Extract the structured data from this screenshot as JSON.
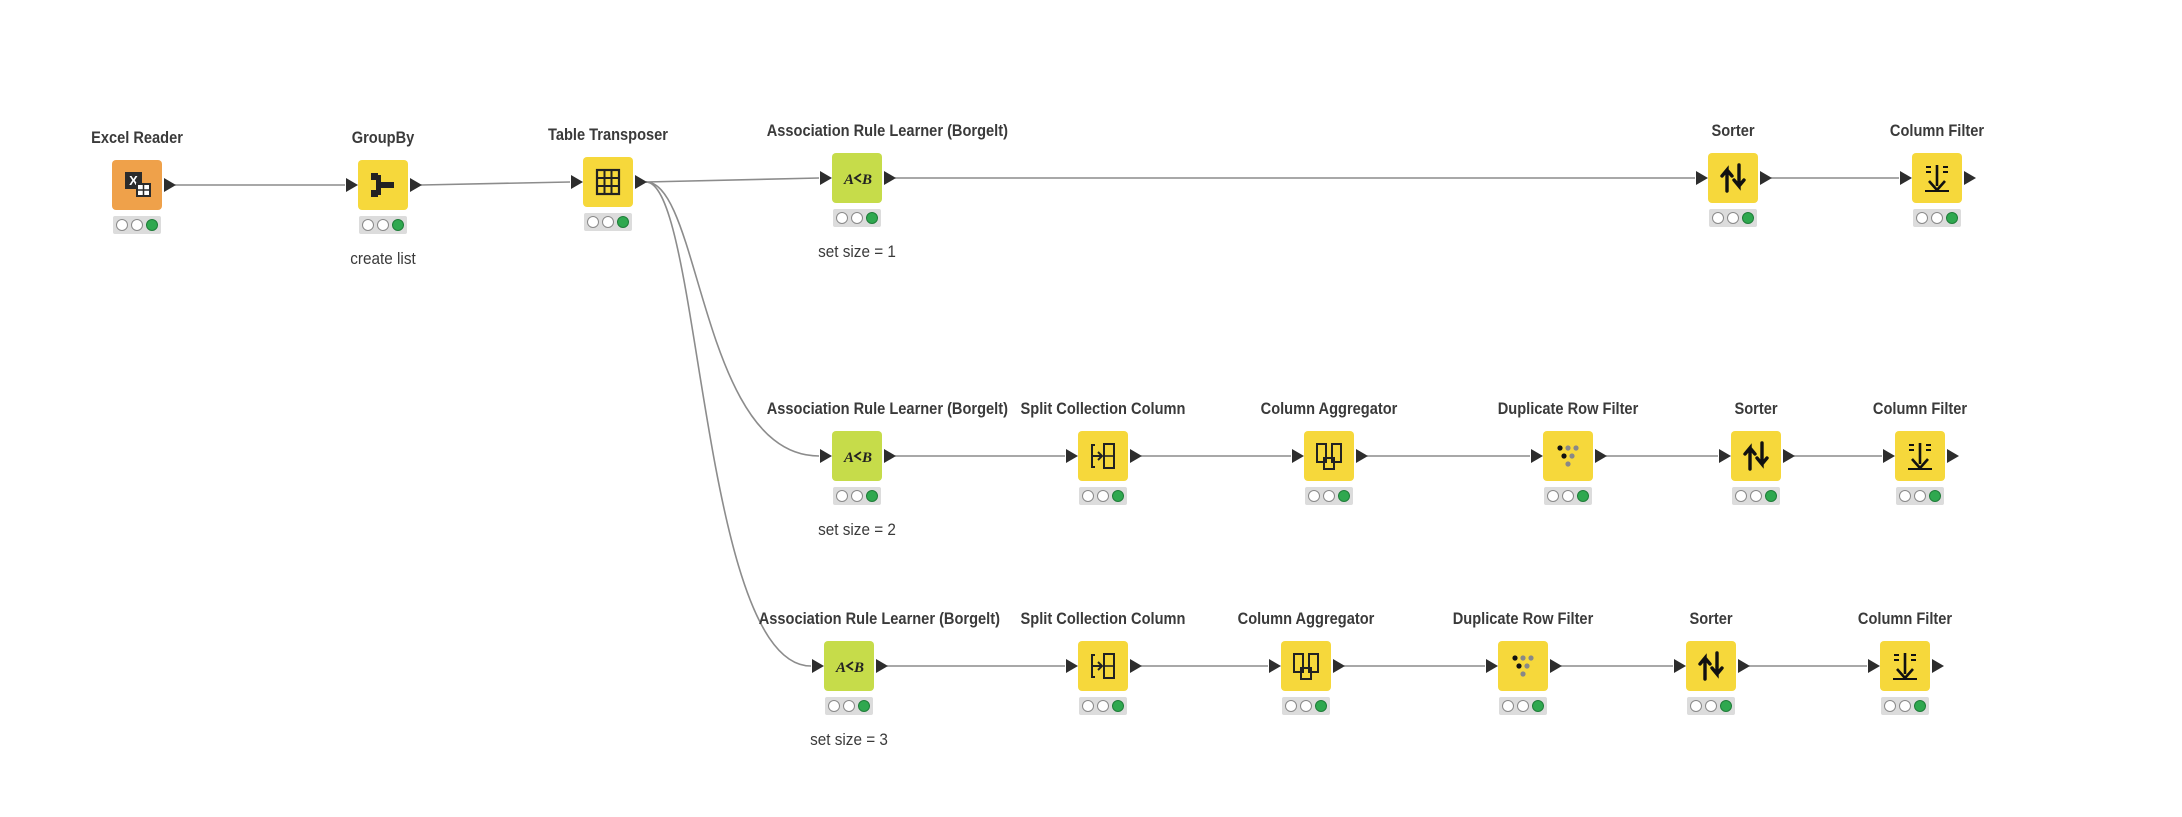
{
  "workflow": {
    "nodes": [
      {
        "id": "n1",
        "title": "Excel Reader",
        "kind": "reader",
        "icon": "excel-icon",
        "annotation": "",
        "status": "executed"
      },
      {
        "id": "n2",
        "title": "GroupBy",
        "kind": "manip",
        "icon": "groupby-icon",
        "annotation": "create list",
        "status": "executed"
      },
      {
        "id": "n3",
        "title": "Table Transposer",
        "kind": "manip",
        "icon": "table-transposer-icon",
        "annotation": "",
        "status": "executed"
      },
      {
        "id": "n4",
        "title": "Association Rule Learner (Borgelt)",
        "kind": "learner",
        "icon": "association-rule-icon",
        "annotation": "set size = 1",
        "status": "executed"
      },
      {
        "id": "n5",
        "title": "Sorter",
        "kind": "manip",
        "icon": "sorter-icon",
        "annotation": "",
        "status": "executed"
      },
      {
        "id": "n6",
        "title": "Column Filter",
        "kind": "manip",
        "icon": "column-filter-icon",
        "annotation": "",
        "status": "executed"
      },
      {
        "id": "n7",
        "title": "Association Rule Learner (Borgelt)",
        "kind": "learner",
        "icon": "association-rule-icon",
        "annotation": "set size = 2",
        "status": "executed"
      },
      {
        "id": "n8",
        "title": "Split Collection Column",
        "kind": "manip",
        "icon": "split-collection-icon",
        "annotation": "",
        "status": "executed"
      },
      {
        "id": "n9",
        "title": "Column Aggregator",
        "kind": "manip",
        "icon": "column-aggregator-icon",
        "annotation": "",
        "status": "executed"
      },
      {
        "id": "n10",
        "title": "Duplicate Row Filter",
        "kind": "manip",
        "icon": "duplicate-row-filter-icon",
        "annotation": "",
        "status": "executed"
      },
      {
        "id": "n11",
        "title": "Sorter",
        "kind": "manip",
        "icon": "sorter-icon",
        "annotation": "",
        "status": "executed"
      },
      {
        "id": "n12",
        "title": "Column Filter",
        "kind": "manip",
        "icon": "column-filter-icon",
        "annotation": "",
        "status": "executed"
      },
      {
        "id": "n13",
        "title": "Association Rule Learner (Borgelt)",
        "kind": "learner",
        "icon": "association-rule-icon",
        "annotation": "set size = 3",
        "status": "executed"
      },
      {
        "id": "n14",
        "title": "Split Collection Column",
        "kind": "manip",
        "icon": "split-collection-icon",
        "annotation": "",
        "status": "executed"
      },
      {
        "id": "n15",
        "title": "Column Aggregator",
        "kind": "manip",
        "icon": "column-aggregator-icon",
        "annotation": "",
        "status": "executed"
      },
      {
        "id": "n16",
        "title": "Duplicate Row Filter",
        "kind": "manip",
        "icon": "duplicate-row-filter-icon",
        "annotation": "",
        "status": "executed"
      },
      {
        "id": "n17",
        "title": "Sorter",
        "kind": "manip",
        "icon": "sorter-icon",
        "annotation": "",
        "status": "executed"
      },
      {
        "id": "n18",
        "title": "Column Filter",
        "kind": "manip",
        "icon": "column-filter-icon",
        "annotation": "",
        "status": "executed"
      }
    ],
    "connections": [
      [
        "n1",
        "n2"
      ],
      [
        "n2",
        "n3"
      ],
      [
        "n3",
        "n4"
      ],
      [
        "n3",
        "n7"
      ],
      [
        "n3",
        "n13"
      ],
      [
        "n4",
        "n5"
      ],
      [
        "n5",
        "n6"
      ],
      [
        "n7",
        "n8"
      ],
      [
        "n8",
        "n9"
      ],
      [
        "n9",
        "n10"
      ],
      [
        "n10",
        "n11"
      ],
      [
        "n11",
        "n12"
      ],
      [
        "n13",
        "n14"
      ],
      [
        "n14",
        "n15"
      ],
      [
        "n15",
        "n16"
      ],
      [
        "n16",
        "n17"
      ],
      [
        "n17",
        "n18"
      ]
    ],
    "colors": {
      "reader": "#efa14a",
      "manip": "#f6d83b",
      "learner": "#c6dc4a",
      "wire": "#8c8c8c",
      "status_ok": "#2fa84f"
    }
  }
}
